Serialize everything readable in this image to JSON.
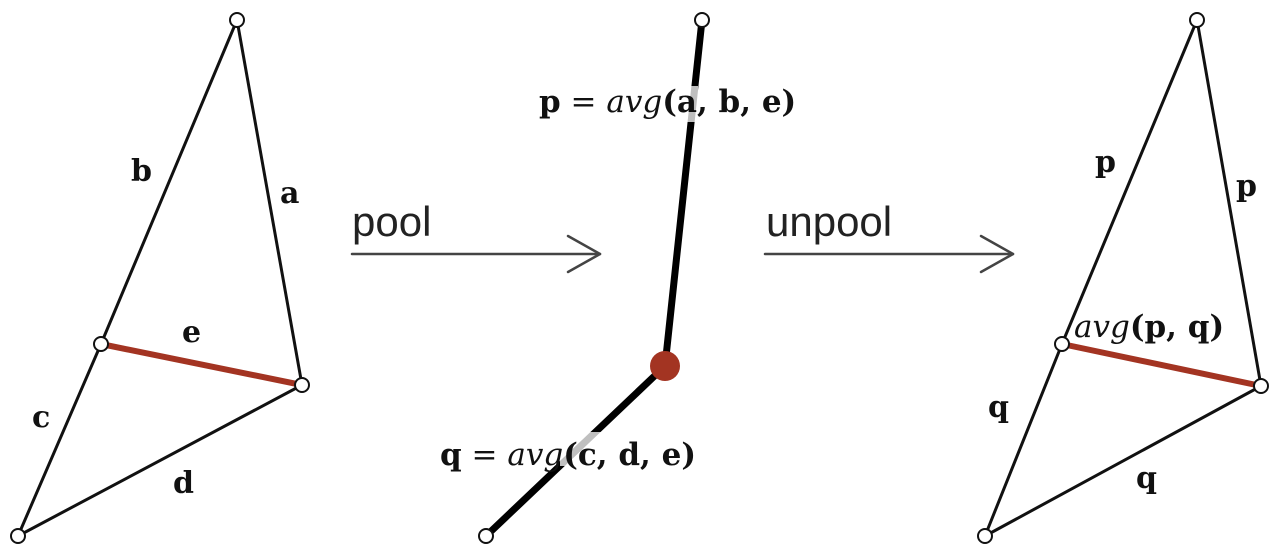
{
  "left_mesh": {
    "edge_labels": {
      "a": "a",
      "b": "b",
      "c": "c",
      "d": "d",
      "e": "e"
    }
  },
  "pool_operation": {
    "label": "pool"
  },
  "pooled_mesh": {
    "formula_p": {
      "lhs": "p",
      "eq": " = ",
      "fn": "avg",
      "args": "(a, b, e)"
    },
    "formula_q": {
      "lhs": "q",
      "eq": " = ",
      "fn": "avg",
      "args": "(c, d, e)"
    }
  },
  "unpool_operation": {
    "label": "unpool"
  },
  "right_mesh": {
    "edge_labels": {
      "left_upper": "p",
      "right_upper": "p",
      "left_lower": "q",
      "bottom": "q"
    },
    "middle_edge_label": {
      "fn": "avg",
      "args": "(p, q)"
    }
  },
  "colors": {
    "highlight": "#a33422",
    "stroke": "#111111"
  }
}
